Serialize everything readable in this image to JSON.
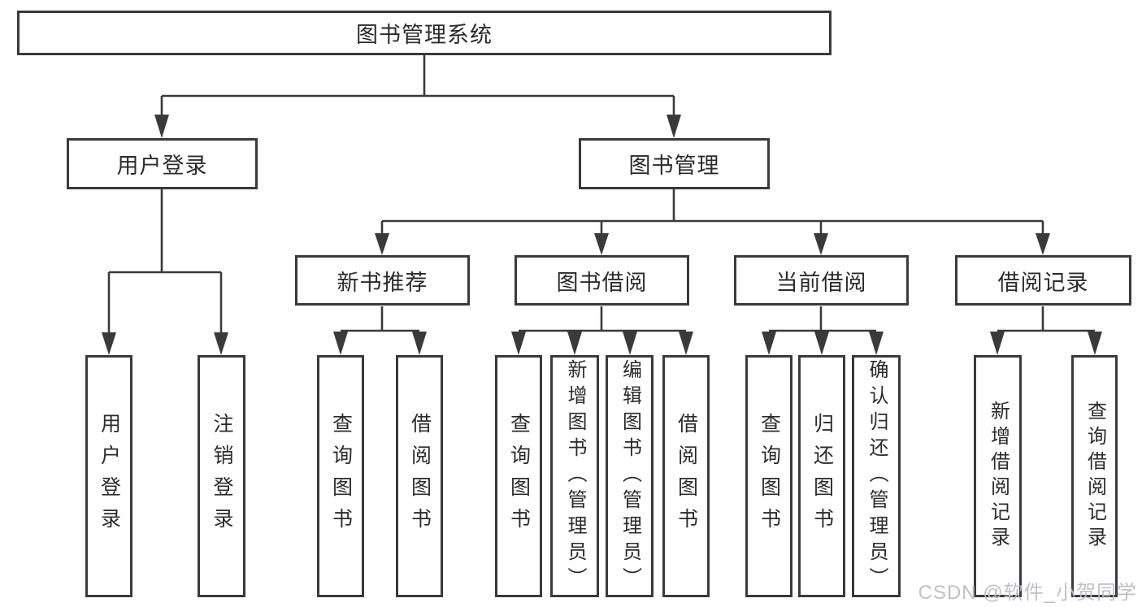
{
  "diagram_title": "图书管理系统",
  "tree": {
    "label": "图书管理系统",
    "children": [
      {
        "label": "用户登录",
        "children": [
          {
            "label": "用户登录"
          },
          {
            "label": "注销登录"
          }
        ]
      },
      {
        "label": "图书管理",
        "children": [
          {
            "label": "新书推荐",
            "children": [
              {
                "label": "查询图书"
              },
              {
                "label": "借阅图书"
              }
            ]
          },
          {
            "label": "图书借阅",
            "children": [
              {
                "label": "查询图书"
              },
              {
                "label": "新增图书（管理员）"
              },
              {
                "label": "编辑图书（管理员）"
              },
              {
                "label": "借阅图书"
              }
            ]
          },
          {
            "label": "当前借阅",
            "children": [
              {
                "label": "查询图书"
              },
              {
                "label": "归还图书"
              },
              {
                "label": "确认归还（管理员）"
              }
            ]
          },
          {
            "label": "借阅记录",
            "children": [
              {
                "label": "新增借阅记录"
              },
              {
                "label": "查询借阅记录"
              }
            ]
          }
        ]
      }
    ]
  },
  "watermark": {
    "text": "CSDN @软件_小贺同学"
  },
  "colors": {
    "line": "#3a3a3a",
    "box_border": "#3a3a3a",
    "box_fill": "#ffffff",
    "text": "#2b2b2b",
    "watermark": "#bbbdc5",
    "background": "#ffffff"
  }
}
